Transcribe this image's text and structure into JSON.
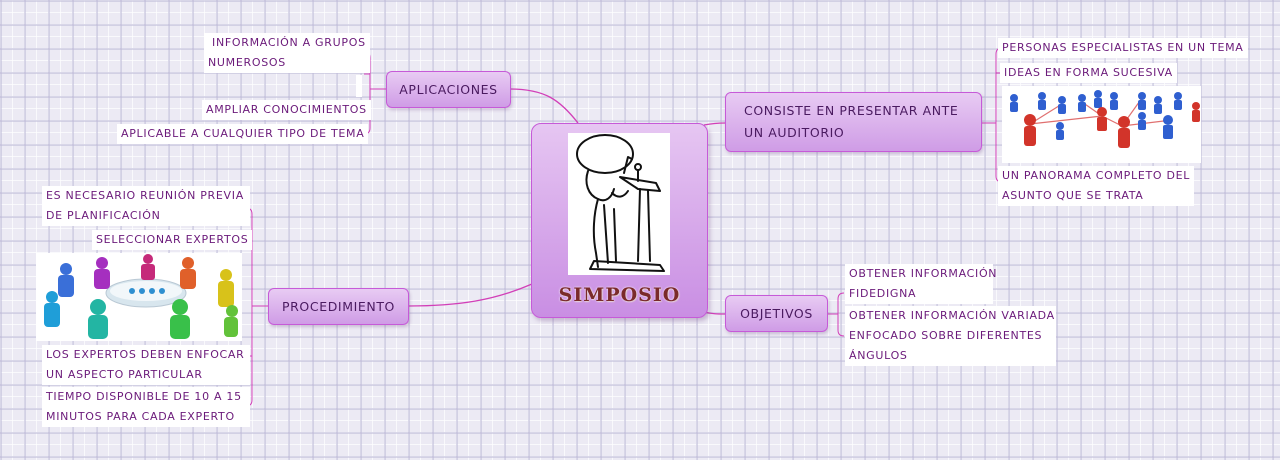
{
  "center": {
    "title": "SIMPOSIO"
  },
  "branches": {
    "aplicaciones": "APLICACIONES",
    "procedimiento": "PROCEDIMIENTO",
    "consiste_l1": "CONSISTE EN PRESENTAR ANTE",
    "consiste_l2": "UN AUDITORIO",
    "objetivos": "OBJETIVOS"
  },
  "leaves": {
    "aplicaciones": {
      "grupos_l1": "INFORMACIÓN A GRUPOS",
      "grupos_l2": "NUMEROSOS",
      "ampliar": "AMPLIAR CONOCIMIENTOS",
      "aplicable": "APLICABLE A CUALQUIER TIPO DE TEMA"
    },
    "procedimiento": {
      "reunion_l1": "ES NECESARIO REUNIÓN PREVIA",
      "reunion_l2": "DE PLANIFICACIÓN",
      "seleccionar": "SELECCIONAR EXPERTOS",
      "enfocar_l1": "LOS EXPERTOS DEBEN ENFOCAR",
      "enfocar_l2": "UN ASPECTO PARTICULAR",
      "tiempo_l1": "TIEMPO DISPONIBLE DE 10 A 15",
      "tiempo_l2": "MINUTOS PARA CADA EXPERTO"
    },
    "consiste": {
      "personas": "PERSONAS ESPECIALISTAS EN UN TEMA",
      "ideas": "IDEAS EN FORMA SUCESIVA",
      "panorama_l1": "UN PANORAMA COMPLETO DEL",
      "panorama_l2": "ASUNTO QUE SE TRATA"
    },
    "objetivos": {
      "fidedigna_l1": "OBTENER INFORMACIÓN",
      "fidedigna_l2": "FIDEDIGNA",
      "variada_l1": "OBTENER INFORMACIÓN VARIADA",
      "variada_l2": "ENFOCADO SOBRE DIFERENTES",
      "variada_l3": "ÁNGULOS"
    }
  },
  "colors": {
    "node_border": "#c65ad8",
    "connector": "#d23fb8",
    "leaf_text": "#6b1a7a",
    "center_title": "#7a2a2a"
  }
}
